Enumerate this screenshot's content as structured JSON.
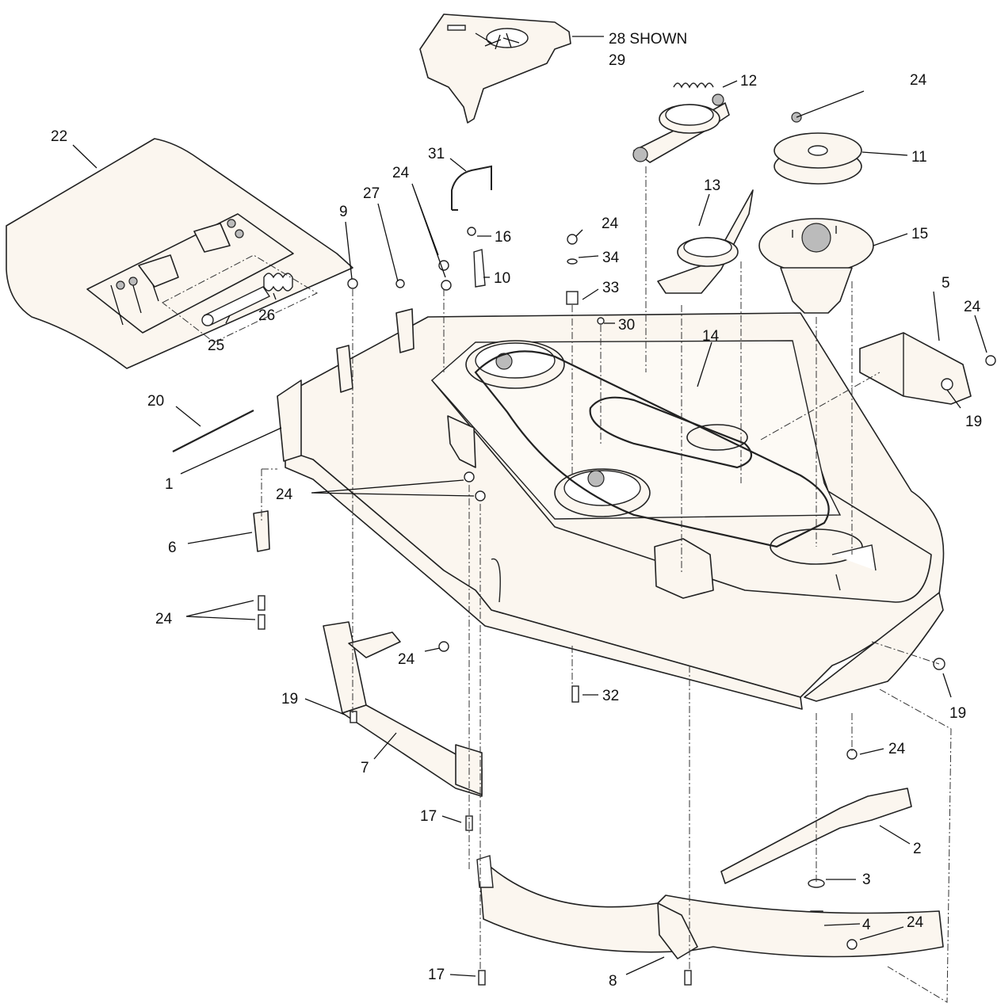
{
  "diagram": {
    "callouts": [
      {
        "id": "c28",
        "text": "28 SHOWN"
      },
      {
        "id": "c29",
        "text": "29"
      },
      {
        "id": "c12",
        "text": "12"
      },
      {
        "id": "c24a",
        "text": "24"
      },
      {
        "id": "c22",
        "text": "22"
      },
      {
        "id": "c31",
        "text": "31"
      },
      {
        "id": "c11",
        "text": "11"
      },
      {
        "id": "c24b",
        "text": "24"
      },
      {
        "id": "c9",
        "text": "9"
      },
      {
        "id": "c27",
        "text": "27"
      },
      {
        "id": "c13",
        "text": "13"
      },
      {
        "id": "c24c",
        "text": "24"
      },
      {
        "id": "c15",
        "text": "15"
      },
      {
        "id": "c16",
        "text": "16"
      },
      {
        "id": "c34",
        "text": "34"
      },
      {
        "id": "c10",
        "text": "10"
      },
      {
        "id": "c5",
        "text": "5"
      },
      {
        "id": "c33",
        "text": "33"
      },
      {
        "id": "c24d",
        "text": "24"
      },
      {
        "id": "c26",
        "text": "26"
      },
      {
        "id": "c30",
        "text": "30"
      },
      {
        "id": "c14",
        "text": "14"
      },
      {
        "id": "c25",
        "text": "25"
      },
      {
        "id": "c20",
        "text": "20"
      },
      {
        "id": "c19a",
        "text": "19"
      },
      {
        "id": "c1",
        "text": "1"
      },
      {
        "id": "c24e",
        "text": "24"
      },
      {
        "id": "c6",
        "text": "6"
      },
      {
        "id": "c24f",
        "text": "24"
      },
      {
        "id": "c24g",
        "text": "24"
      },
      {
        "id": "c19b",
        "text": "19"
      },
      {
        "id": "c32",
        "text": "32"
      },
      {
        "id": "c19c",
        "text": "19"
      },
      {
        "id": "c7",
        "text": "7"
      },
      {
        "id": "c24h",
        "text": "24"
      },
      {
        "id": "c17a",
        "text": "17"
      },
      {
        "id": "c2",
        "text": "2"
      },
      {
        "id": "c3",
        "text": "3"
      },
      {
        "id": "c4",
        "text": "4"
      },
      {
        "id": "c24i",
        "text": "24"
      },
      {
        "id": "c17b",
        "text": "17"
      },
      {
        "id": "c8",
        "text": "8"
      }
    ]
  }
}
